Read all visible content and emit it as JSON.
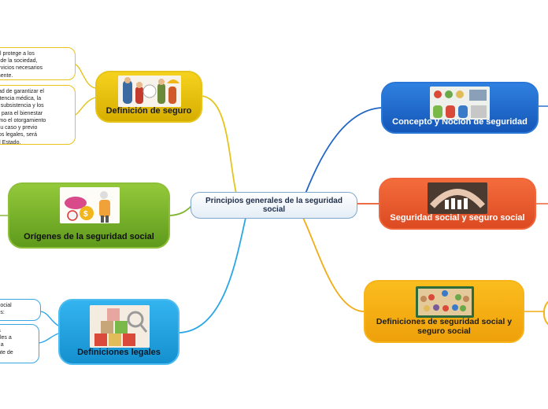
{
  "center": {
    "label": "Principios generales de la seguridad social"
  },
  "topics": {
    "definicion_seguro": {
      "label": "Definición de seguro",
      "color": "#e6c41a"
    },
    "origenes": {
      "label": "Orígenes de la seguridad social",
      "color": "#7fb52e"
    },
    "definiciones_legales": {
      "label": "Definiciones legales",
      "color": "#2aa6e8"
    },
    "concepto": {
      "label": "Concepto y Noción de seguridad",
      "color": "#1f66c8"
    },
    "seg_social": {
      "label": "Seguridad social y seguro social",
      "color": "#e8582c"
    },
    "definiciones_ss": {
      "label": "Definiciones de seguridad social y seguro social",
      "color": "#f2ac14"
    }
  },
  "notes": {
    "seguro_1": "cial protege a los\nes de la sociedad,\nservicios necesarios\namente.",
    "seguro_2": "lidad de garantizar el\nsistencia médica, la\nde subsistencia y los\nios para el bienestar\ncomo el otorgamiento\nn su caso y previo\nsitos legales, será\nr el Estado.",
    "legales_1": "d social\nales:",
    "legales_2": "o a\nciales a\nde a\nrante de\nos."
  },
  "icons": {
    "concepto": "people-illustration-icon",
    "seg_social": "protecting-hands-icon",
    "definiciones_ss": "group-of-people-icon",
    "definicion_seguro": "insurance-people-icon",
    "origenes": "elderly-money-icon",
    "definiciones_legales": "alphabet-blocks-icon"
  }
}
